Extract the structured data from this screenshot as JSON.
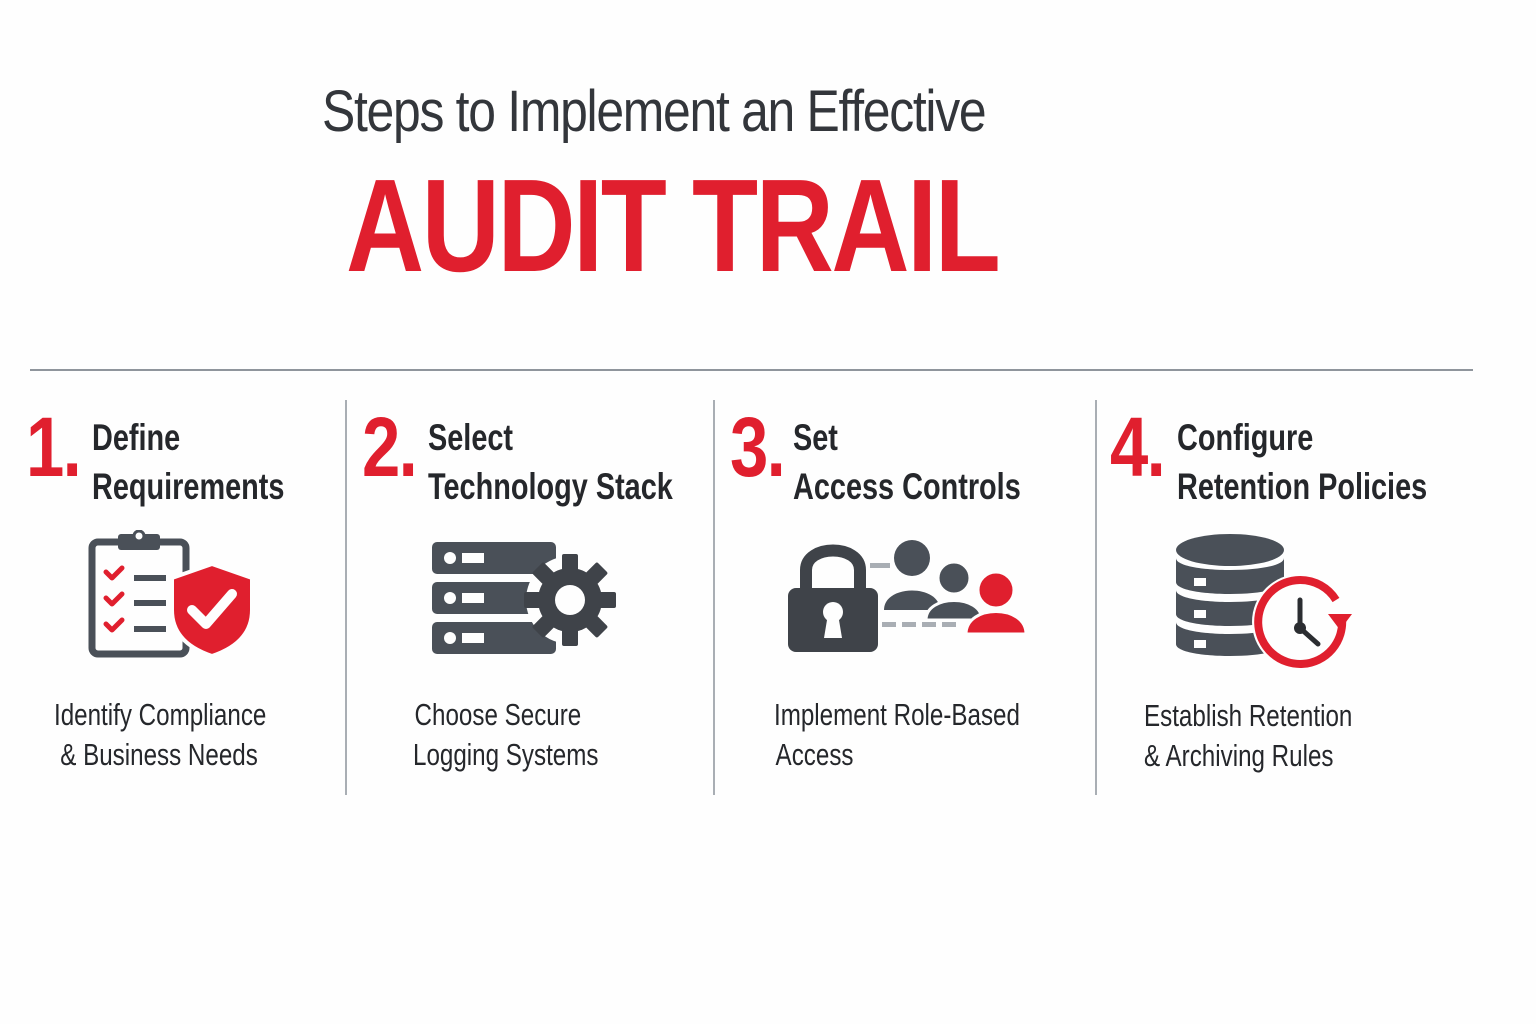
{
  "header": {
    "subtitle": "Steps to Implement an Effective",
    "title": "AUDIT TRAIL"
  },
  "colors": {
    "accent_red": "#e01f2e",
    "icon_gray": "#4a5058",
    "text_dark": "#25272b",
    "divider": "#a9aeb4"
  },
  "steps": [
    {
      "number": "1.",
      "heading_line1": "Define",
      "heading_line2": "Requirements",
      "icon": "clipboard-shield-check-icon",
      "desc_line1": "Identify Compliance",
      "desc_line2": "& Business Needs"
    },
    {
      "number": "2.",
      "heading_line1": "Select",
      "heading_line2": "Technology Stack",
      "icon": "server-gear-icon",
      "desc_line1": "Choose Secure",
      "desc_line2": "Logging Systems"
    },
    {
      "number": "3.",
      "heading_line1": "Set",
      "heading_line2": "Access Controls",
      "icon": "lock-users-icon",
      "desc_line1": "Implement Role-Based",
      "desc_line2": "Access"
    },
    {
      "number": "4.",
      "heading_line1": "Configure",
      "heading_line2": "Retention Policies",
      "icon": "database-clock-icon",
      "desc_line1": "Establish Retention",
      "desc_line2": "& Archiving Rules"
    }
  ]
}
